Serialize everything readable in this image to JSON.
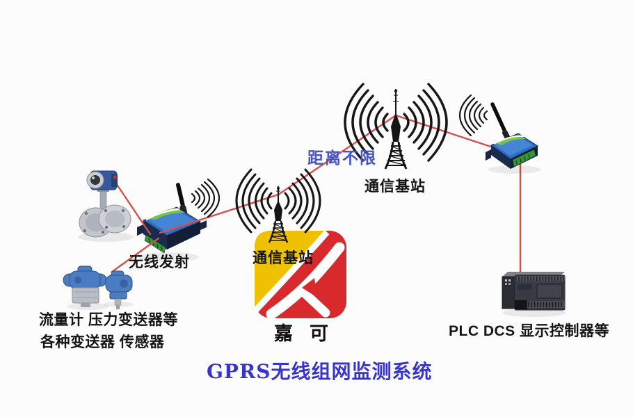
{
  "title": "GPRS无线组网监测系统",
  "diagram": {
    "labels": {
      "wireless_transmitter": "无线发射",
      "base_station_center": "通信基站",
      "base_station_right": "通信基站",
      "distance_note": "距离不限",
      "sensors_line1": "流量计 压力变送器等",
      "sensors_line2": "各种变送器 传感器",
      "plc": "PLC DCS 显示控制器等"
    },
    "logo": {
      "brand": "嘉可"
    },
    "colors": {
      "background": "#fcfcfc",
      "connection_line": "#d4504c",
      "wave": "#161616",
      "label_text": "#141414",
      "distance_text": "#4853c6",
      "title_text": "#3a35c9",
      "logo_yellow": "#f0c003",
      "logo_red": "#d8292c"
    }
  }
}
